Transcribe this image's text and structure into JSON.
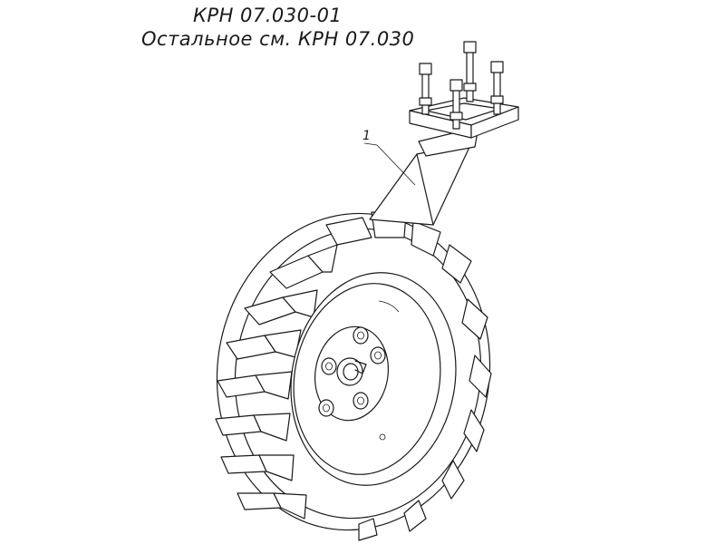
{
  "drawing": {
    "designation": "КРН 07.030-01",
    "note": "Остальное см. КРН 07.030",
    "callout_number": "1"
  },
  "colors": {
    "line": "#1a1a1a",
    "background": "#ffffff"
  }
}
